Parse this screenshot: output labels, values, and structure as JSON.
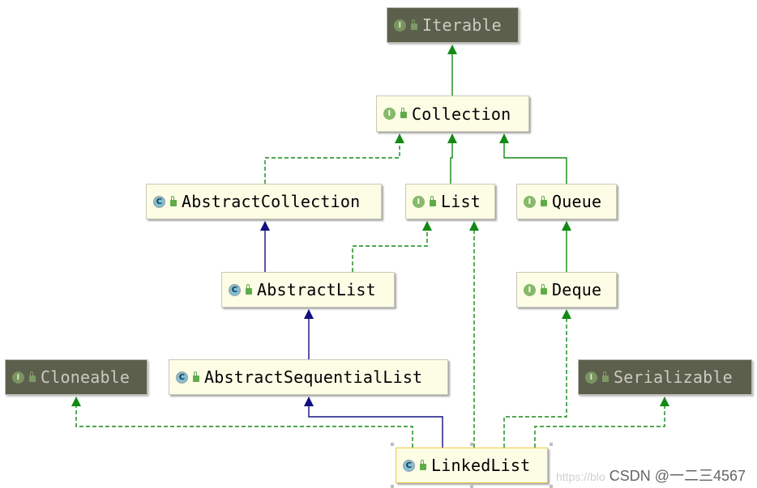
{
  "nodes": [
    {
      "id": "iterable",
      "name": "Iterable",
      "kind": "interface",
      "library": true
    },
    {
      "id": "collection",
      "name": "Collection",
      "kind": "interface",
      "library": false
    },
    {
      "id": "abstractcollection",
      "name": "AbstractCollection",
      "kind": "class",
      "library": false
    },
    {
      "id": "list",
      "name": "List",
      "kind": "interface",
      "library": false
    },
    {
      "id": "queue",
      "name": "Queue",
      "kind": "interface",
      "library": false
    },
    {
      "id": "abstractlist",
      "name": "AbstractList",
      "kind": "class",
      "library": false
    },
    {
      "id": "deque",
      "name": "Deque",
      "kind": "interface",
      "library": false
    },
    {
      "id": "cloneable",
      "name": "Cloneable",
      "kind": "interface",
      "library": true
    },
    {
      "id": "abstractsequentiallist",
      "name": "AbstractSequentialList",
      "kind": "class",
      "library": false
    },
    {
      "id": "serializable",
      "name": "Serializable",
      "kind": "interface",
      "library": true
    },
    {
      "id": "linkedlist",
      "name": "LinkedList",
      "kind": "class",
      "library": false,
      "selected": true
    }
  ],
  "edges": [
    {
      "from": "collection",
      "to": "iterable",
      "type": "extends"
    },
    {
      "from": "abstractcollection",
      "to": "collection",
      "type": "implements"
    },
    {
      "from": "list",
      "to": "collection",
      "type": "extends"
    },
    {
      "from": "queue",
      "to": "collection",
      "type": "extends"
    },
    {
      "from": "abstractlist",
      "to": "abstractcollection",
      "type": "extends-class"
    },
    {
      "from": "abstractlist",
      "to": "list",
      "type": "implements"
    },
    {
      "from": "deque",
      "to": "queue",
      "type": "extends"
    },
    {
      "from": "abstractsequentiallist",
      "to": "abstractlist",
      "type": "extends-class"
    },
    {
      "from": "linkedlist",
      "to": "abstractsequentiallist",
      "type": "extends-class"
    },
    {
      "from": "linkedlist",
      "to": "cloneable",
      "type": "implements"
    },
    {
      "from": "linkedlist",
      "to": "list",
      "type": "implements"
    },
    {
      "from": "linkedlist",
      "to": "deque",
      "type": "implements"
    },
    {
      "from": "linkedlist",
      "to": "serializable",
      "type": "implements"
    }
  ],
  "colors": {
    "extends": "#138a13",
    "implements": "#138a13",
    "extends_class": "#101080",
    "local_fill": "#fdfde6",
    "library_fill": "#5d5f4d",
    "selected_border": "#f0c940"
  },
  "watermark": {
    "faint": "https://blo",
    "text": "CSDN @一二三4567"
  }
}
